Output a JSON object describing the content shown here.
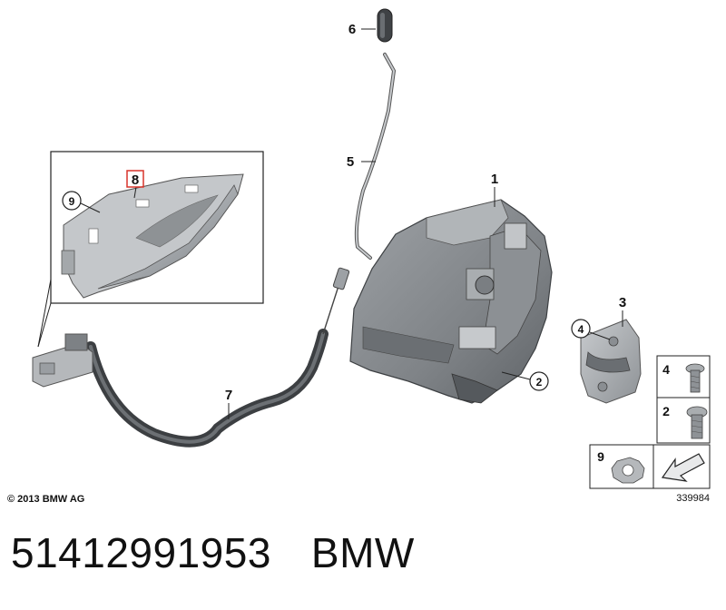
{
  "callouts": {
    "c1": "1",
    "c2": "2",
    "c3": "3",
    "c4": "4",
    "c5": "5",
    "c6": "6",
    "c7": "7",
    "c8": "8",
    "c9": "9"
  },
  "legend": {
    "screw4": "4",
    "screw2": "2",
    "clip9": "9"
  },
  "copyright": "© 2013 BMW AG",
  "diagram_number": "339984",
  "footer": {
    "part_number": "51412991953",
    "brand": "BMW"
  },
  "colors": {
    "part_fill": "#b9bcbf",
    "part_dark": "#6e7276",
    "hose": "#4a4d50",
    "highlight_box": "#d9342b"
  }
}
